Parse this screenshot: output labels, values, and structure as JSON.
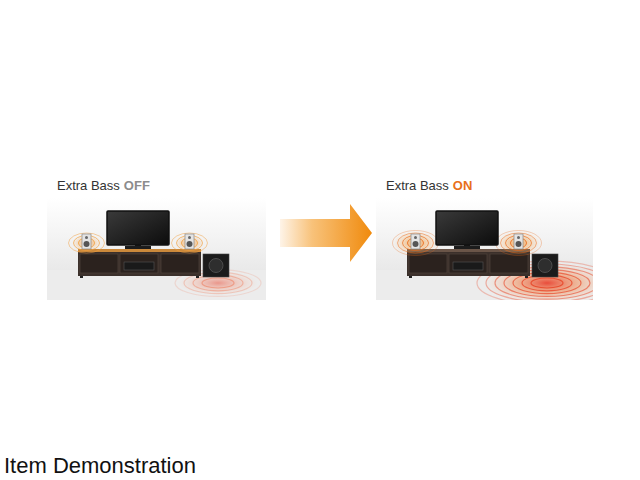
{
  "diagram": {
    "caption": "Item Demonstration",
    "nodes": [
      {
        "text": [
          "Extra Bass",
          "OFF"
        ]
      },
      {
        "text": [
          "Extra Bass",
          "ON"
        ]
      }
    ],
    "edges": [
      {
        "from": 0,
        "to": 1,
        "arrow": "to"
      }
    ]
  }
}
